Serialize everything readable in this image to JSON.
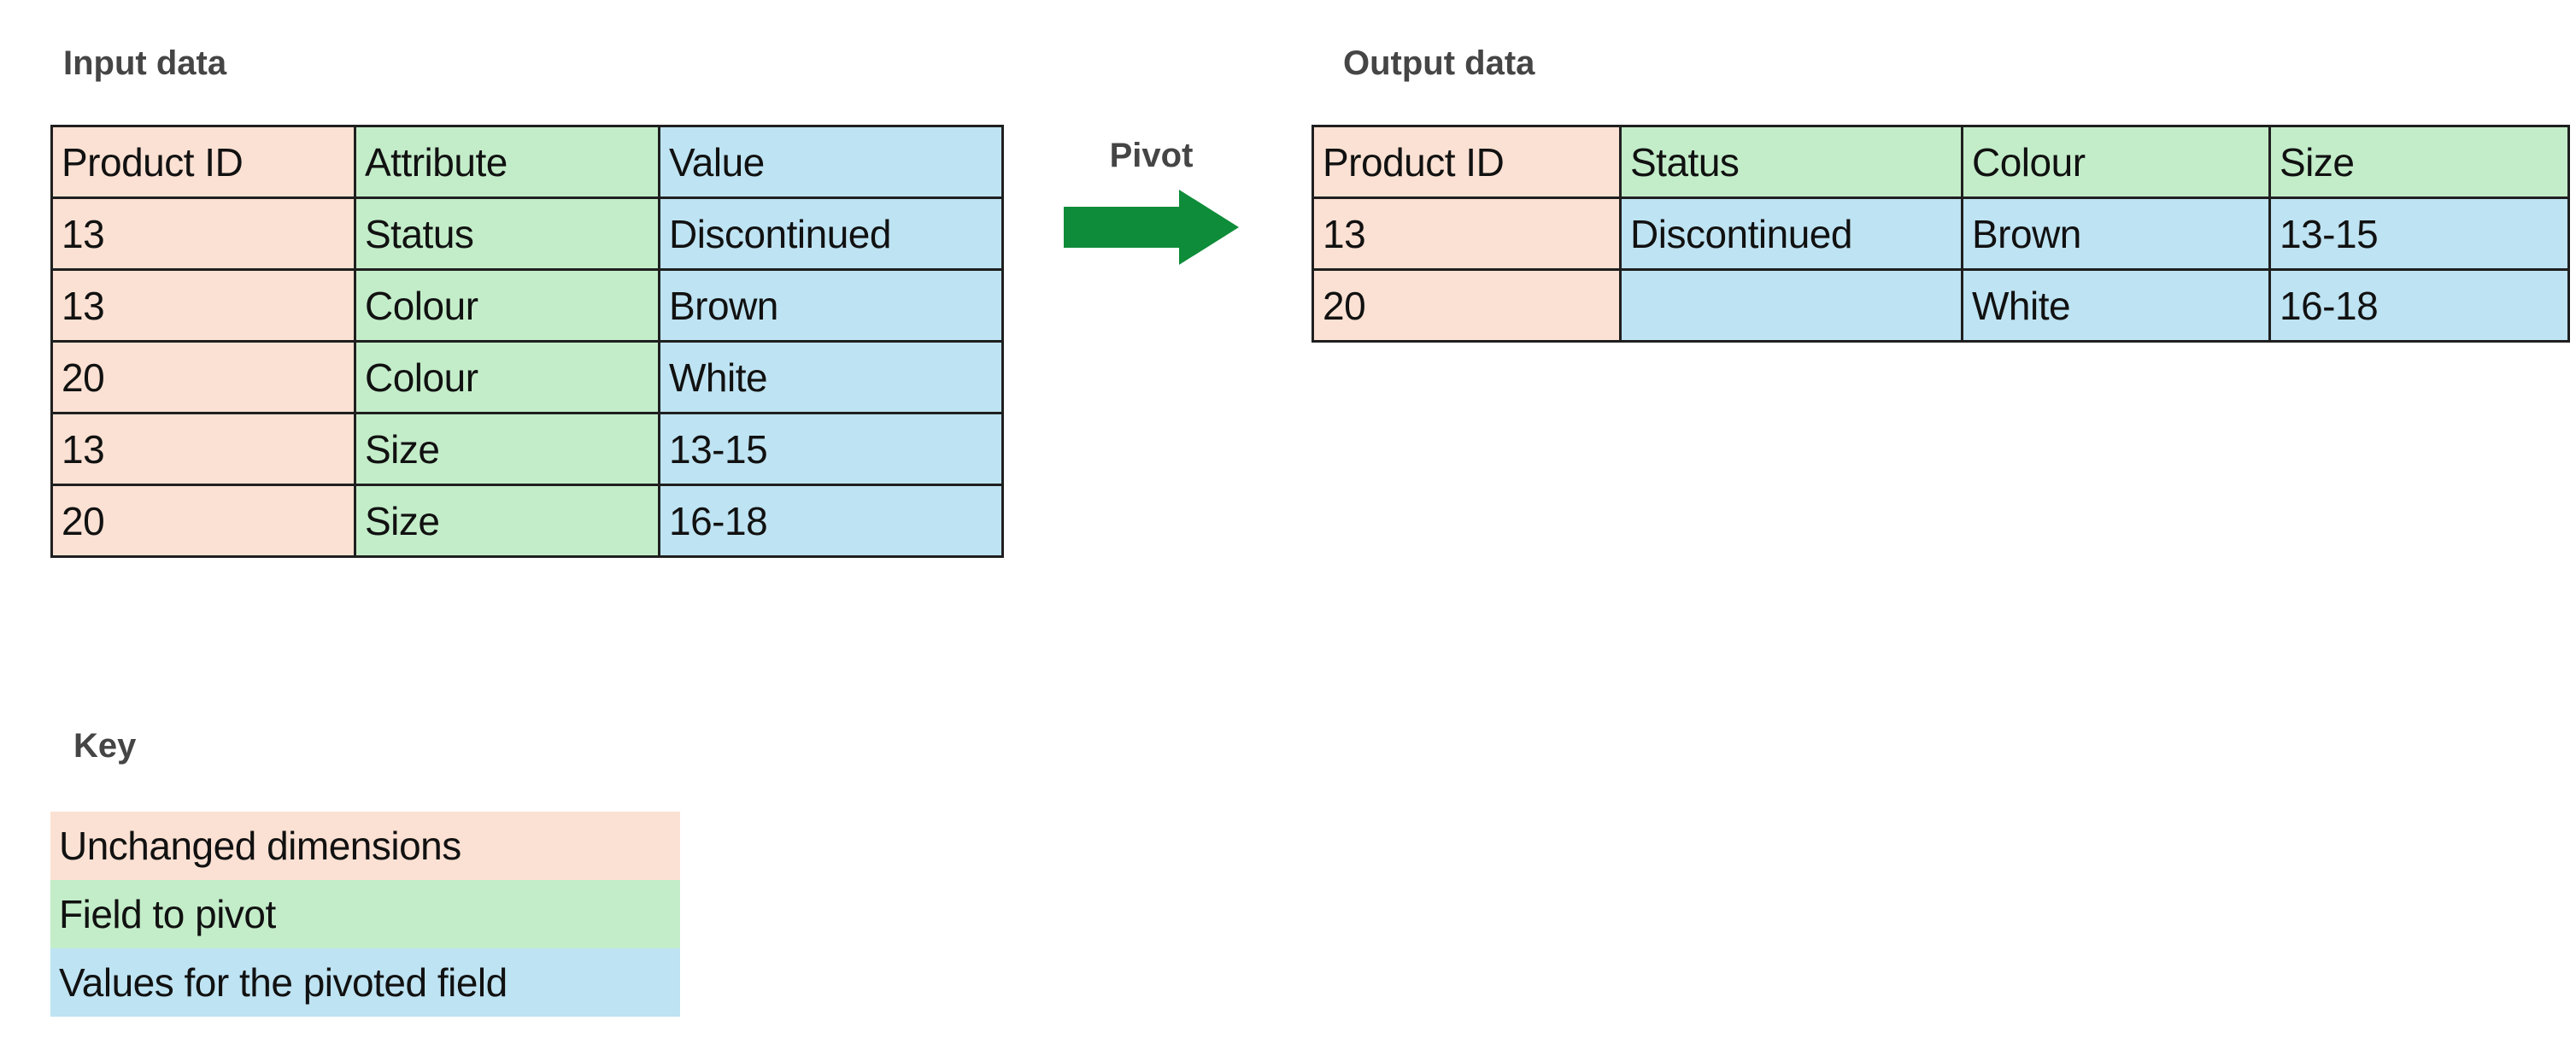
{
  "labels": {
    "input": "Input data",
    "output": "Output data",
    "pivot": "Pivot",
    "key": "Key"
  },
  "colors": {
    "dimension": "#FBE1D3",
    "pivot_field": "#C3EDC9",
    "values": "#BEE3F2",
    "arrow": "#0E8C39",
    "border": "#1f1f1f",
    "label_text": "#454545",
    "cell_text": "#111111"
  },
  "input_table": {
    "columns": [
      {
        "label": "Product ID",
        "header_type": "dimension",
        "cell_type": "dimension",
        "align": "right"
      },
      {
        "label": "Attribute",
        "header_type": "pivot_field",
        "cell_type": "pivot_field",
        "align": "left"
      },
      {
        "label": "Value",
        "header_type": "values",
        "cell_type": "values",
        "align": "left"
      }
    ],
    "rows": [
      [
        "13",
        "Status",
        "Discontinued"
      ],
      [
        "13",
        "Colour",
        "Brown"
      ],
      [
        "20",
        "Colour",
        "White"
      ],
      [
        "13",
        "Size",
        "13-15"
      ],
      [
        "20",
        "Size",
        "16-18"
      ]
    ]
  },
  "output_table": {
    "columns": [
      {
        "label": "Product ID",
        "header_type": "dimension",
        "cell_type": "dimension",
        "align": "right"
      },
      {
        "label": "Status",
        "header_type": "pivot_field",
        "cell_type": "values",
        "align": "left"
      },
      {
        "label": "Colour",
        "header_type": "pivot_field",
        "cell_type": "values",
        "align": "left"
      },
      {
        "label": "Size",
        "header_type": "pivot_field",
        "cell_type": "values",
        "align": "left"
      }
    ],
    "rows": [
      [
        "13",
        "Discontinued",
        "Brown",
        "13-15"
      ],
      [
        "20",
        "",
        "White",
        "16-18"
      ]
    ]
  },
  "key": {
    "entries": [
      {
        "label": "Unchanged dimensions",
        "type": "dimension"
      },
      {
        "label": "Field to pivot",
        "type": "pivot_field"
      },
      {
        "label": "Values for the pivoted field",
        "type": "values"
      }
    ]
  }
}
